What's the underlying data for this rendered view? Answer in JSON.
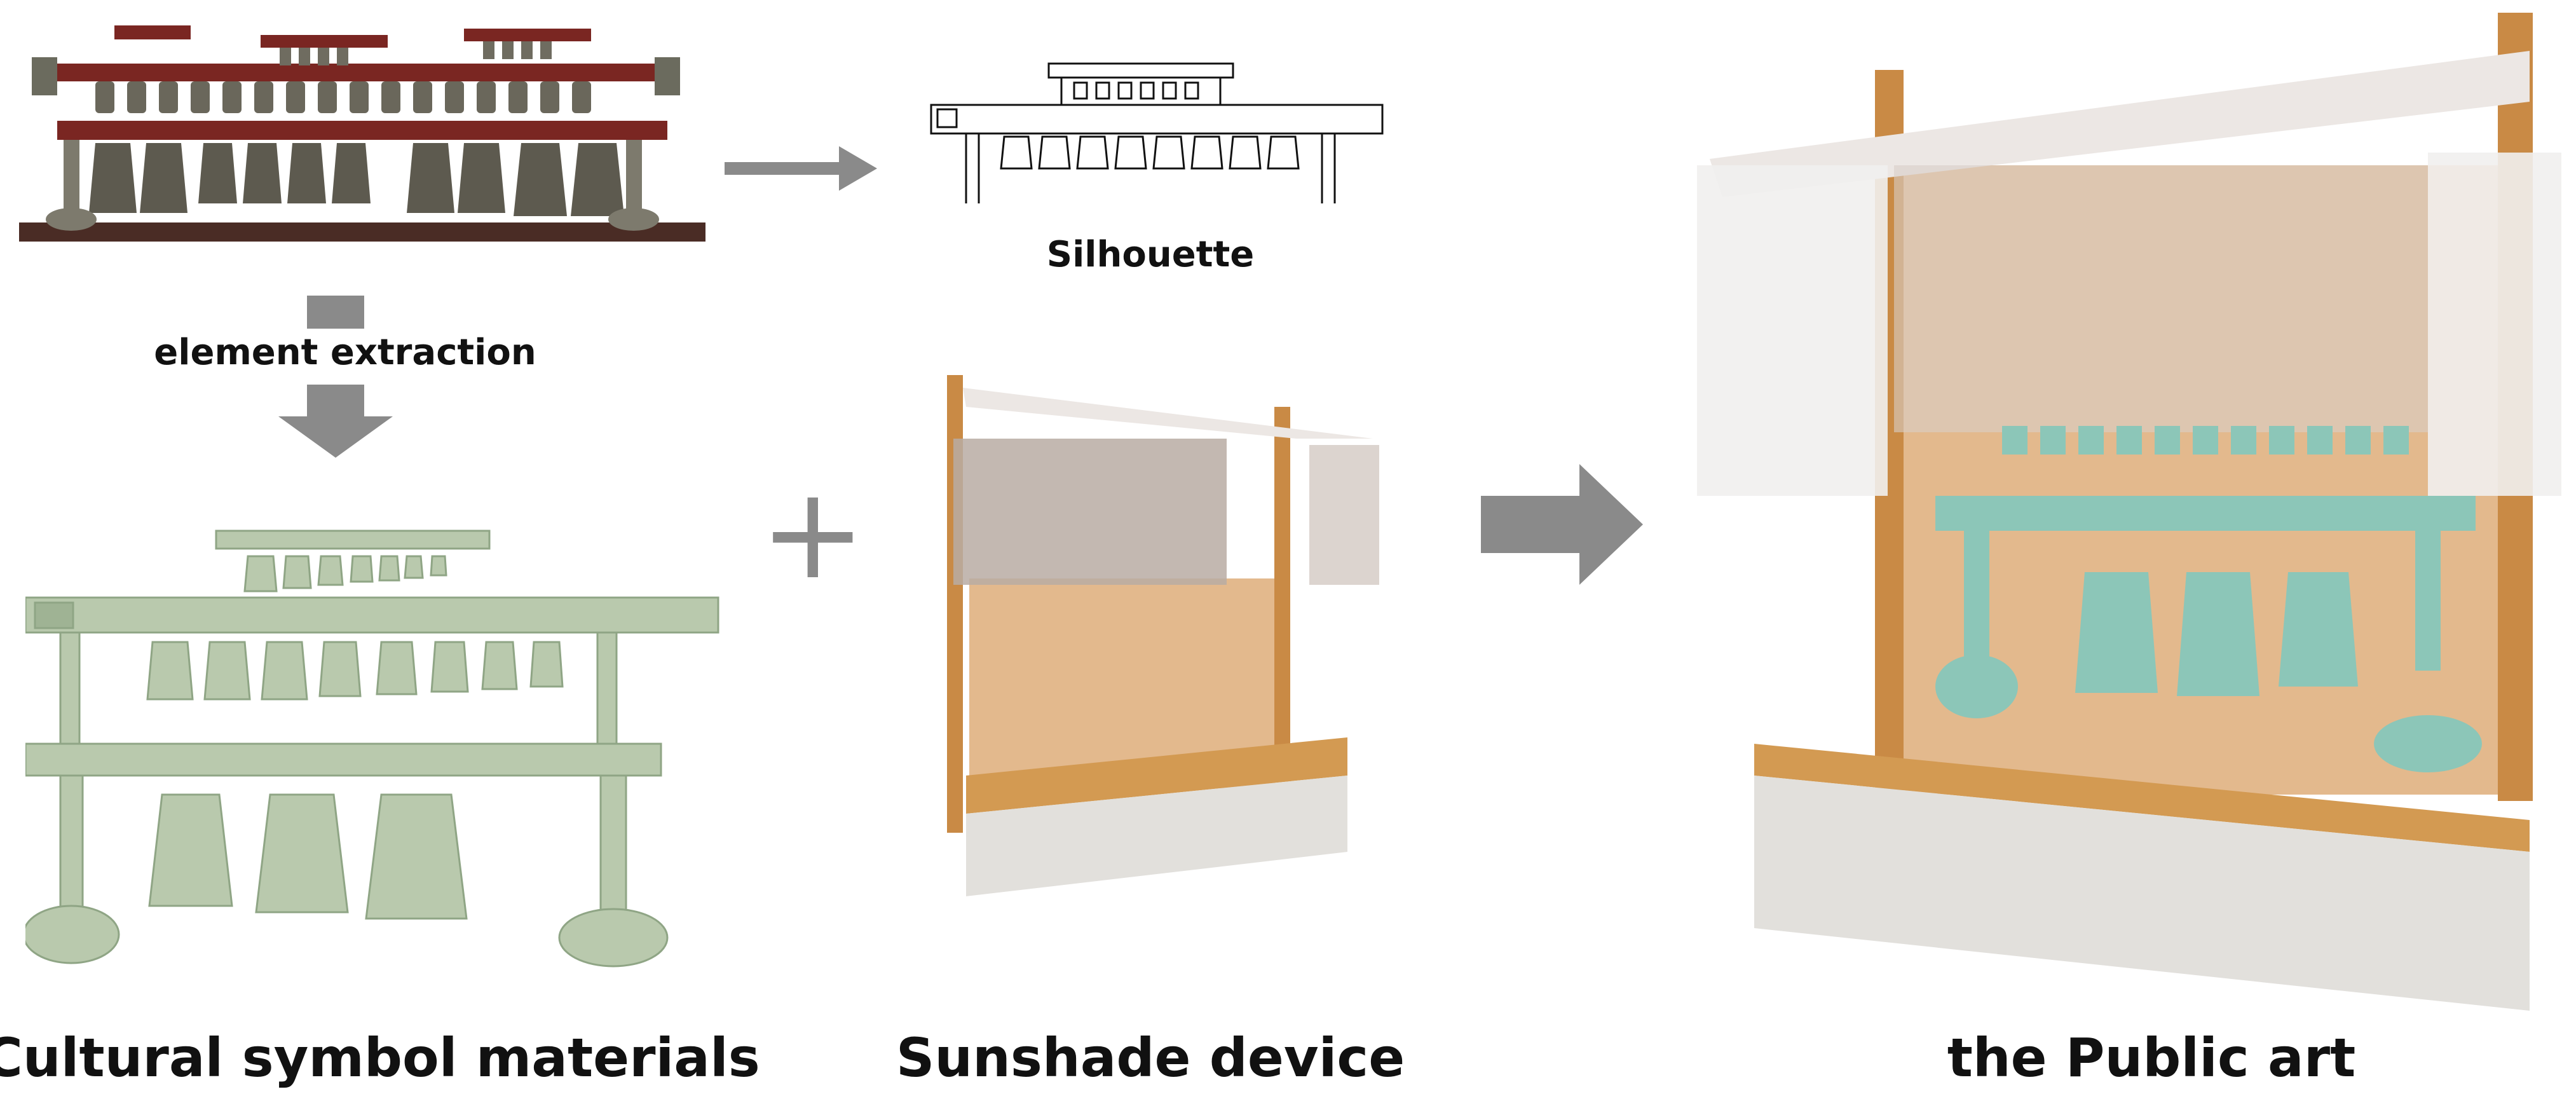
{
  "labels": {
    "silhouette": "Silhouette",
    "element_extraction": "element extraction",
    "cultural_symbol": "Cultural symbol materials",
    "sunshade_device": "Sunshade device",
    "public_art": "the Public art"
  },
  "symbols": {
    "plus": "+"
  },
  "colors": {
    "arrow": "#8a8a8a",
    "bronze_green": "#b9c9ad",
    "patina": "#8cc6b8",
    "wood": "#c98a45",
    "board": "#e3b98d",
    "canvas": "#ece7e4",
    "concrete": "#e2e0dc",
    "lacquer_red": "#8a2a24"
  }
}
